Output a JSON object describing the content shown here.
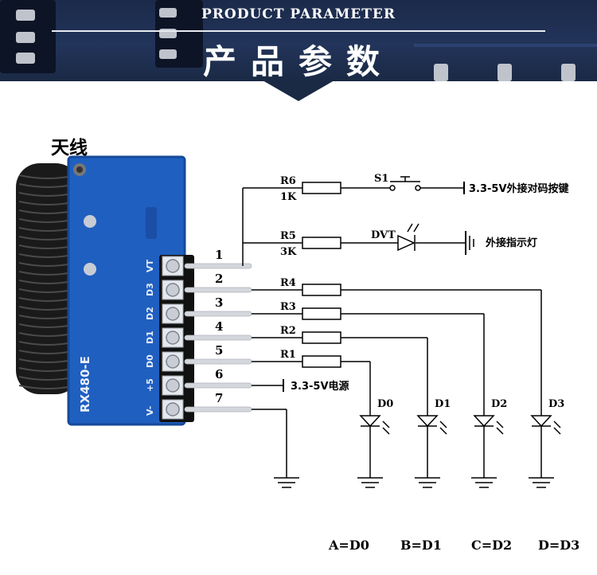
{
  "header": {
    "title_en": "PRODUCT PARAMETER",
    "title_zh": "产品参数"
  },
  "module": {
    "antenna_label": "天线",
    "board_label": "RX480-E",
    "board_color": "#1f5fc0",
    "pin_labels": [
      "1",
      "2",
      "3",
      "4",
      "5",
      "6",
      "7"
    ]
  },
  "circuit": {
    "r6": "R6",
    "r6_value": "1K",
    "s1": "S1",
    "pin1_supply": "3.3-5V外接对码按键",
    "r5": "R5",
    "r5_value": "3K",
    "dvt": "DVT",
    "indicator": "外接指示灯",
    "r4": "R4",
    "r3": "R3",
    "r2": "R2",
    "r1": "R1",
    "power": "3.3-5V电源",
    "leds": [
      "D0",
      "D1",
      "D2",
      "D3"
    ]
  },
  "mapping": [
    "A=D0",
    "B=D1",
    "C=D2",
    "D=D3"
  ]
}
